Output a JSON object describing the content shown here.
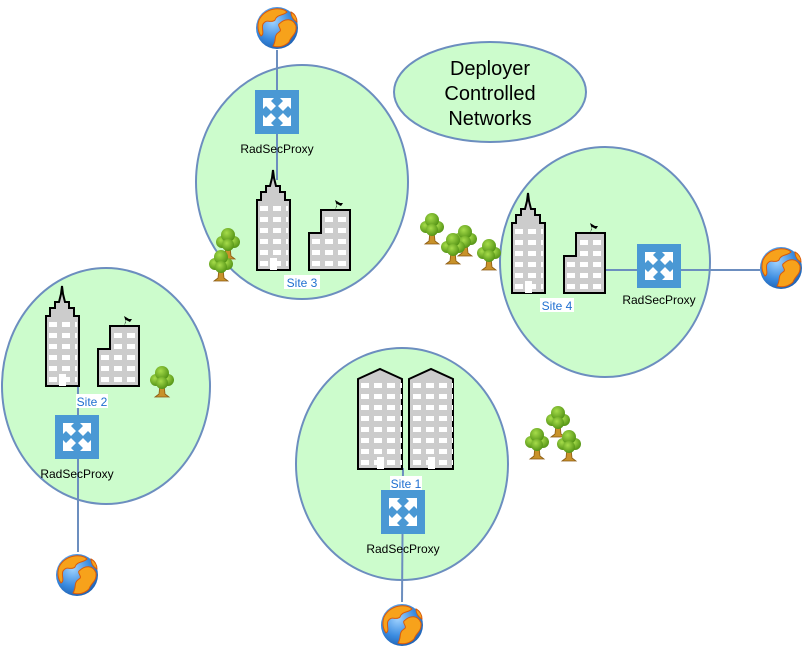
{
  "diagram": {
    "title_lines": [
      "Deployer",
      "Controlled",
      "Networks"
    ],
    "colors": {
      "region_fill": "#ccfccc",
      "region_stroke": "#6c8ebf",
      "proxy_fill": "#4a98d4",
      "site_label": "#1f6fd0",
      "building_fill": "#cccccc",
      "tree_green": "#6aa81e",
      "trunk": "#c8922a"
    },
    "sites": [
      {
        "id": "site3",
        "label": "Site 3",
        "proxy_label": "RadSecProxy",
        "building_type": "skyscraper-pair"
      },
      {
        "id": "site4",
        "label": "Site 4",
        "proxy_label": "RadSecProxy",
        "building_type": "skyscraper-pair"
      },
      {
        "id": "site2",
        "label": "Site 2",
        "proxy_label": "RadSecProxy",
        "building_type": "skyscraper-pair"
      },
      {
        "id": "site1",
        "label": "Site 1",
        "proxy_label": "RadSecProxy",
        "building_type": "twin-towers"
      }
    ],
    "icons": {
      "proxy": "radsecproxy-icon",
      "internet": "globe-icon",
      "tree": "tree-icon"
    }
  }
}
